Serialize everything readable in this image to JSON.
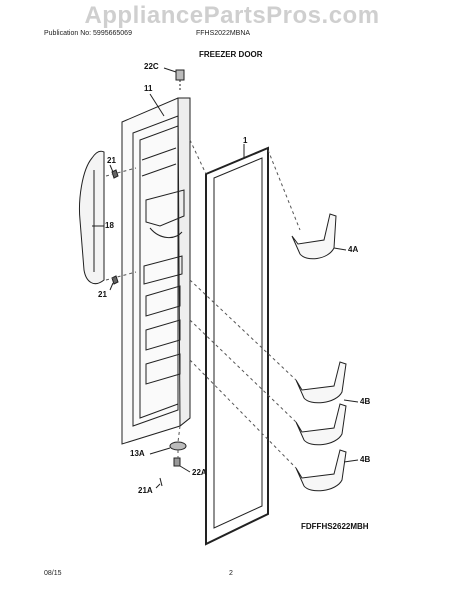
{
  "watermark": "AppliancePartsPros.com",
  "header": {
    "publication": "Publication No: 5995665069",
    "model": "FFHS2022MBNA",
    "section_title": "FREEZER DOOR"
  },
  "callouts": {
    "c22C": "22C",
    "c11": "11",
    "c1": "1",
    "c21_top": "21",
    "c18": "18",
    "c21_bottom": "21",
    "c4A": "4A",
    "c4B_upper": "4B",
    "c4B_lower": "4B",
    "c13A": "13A",
    "c22A": "22A",
    "c21A": "21A"
  },
  "figure_code": "FDFFHS2622MBH",
  "footer": {
    "date": "08/15",
    "page": "2"
  }
}
